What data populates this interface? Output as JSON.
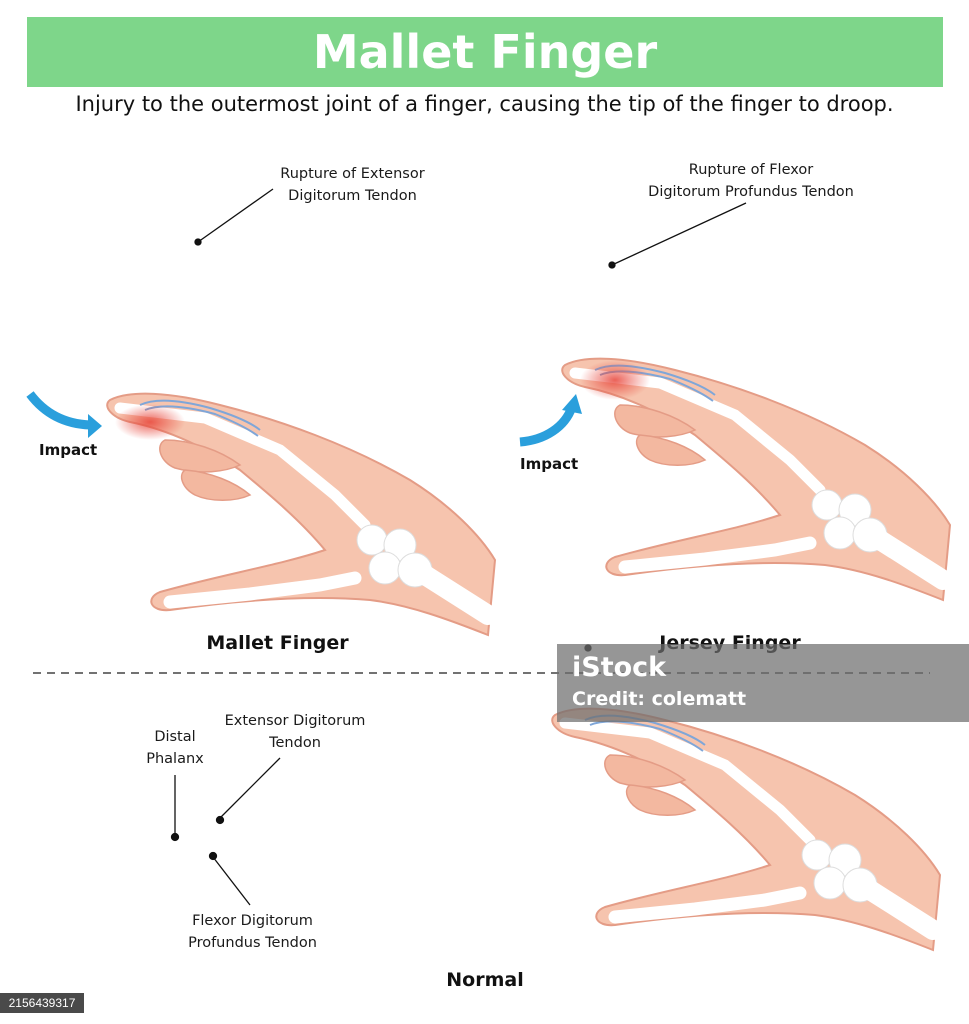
{
  "header": {
    "title": "Mallet Finger",
    "subtitle": "Injury to the outermost joint of a finger, causing the tip of the finger to droop."
  },
  "panels": {
    "mallet": {
      "annotation_line1": "Rupture of Extensor",
      "annotation_line2": "Digitorum Tendon",
      "impact": "Impact",
      "caption": "Mallet Finger"
    },
    "jersey": {
      "annotation_line1": "Rupture of Flexor",
      "annotation_line2": "Digitorum Profundus Tendon",
      "impact": "Impact",
      "caption": "Jersey Finger"
    },
    "normal": {
      "distal_line1": "Distal",
      "distal_line2": "Phalanx",
      "extensor_line1": "Extensor Digitorum",
      "extensor_line2": "Tendon",
      "flexor_line1": "Flexor Digitorum",
      "flexor_line2": "Profundus Tendon",
      "caption": "Normal"
    }
  },
  "watermark": {
    "logo": "iStock",
    "credit": "Credit: colematt",
    "stock_id": "2156439317"
  },
  "colors": {
    "banner": "#7ed68a",
    "skin": "#f6c4ae",
    "skin_outline": "#e49c86",
    "bone": "#ffffff",
    "tendon": "#7fa6d8",
    "injury": "#f08070",
    "arrow": "#2a9fdc"
  }
}
